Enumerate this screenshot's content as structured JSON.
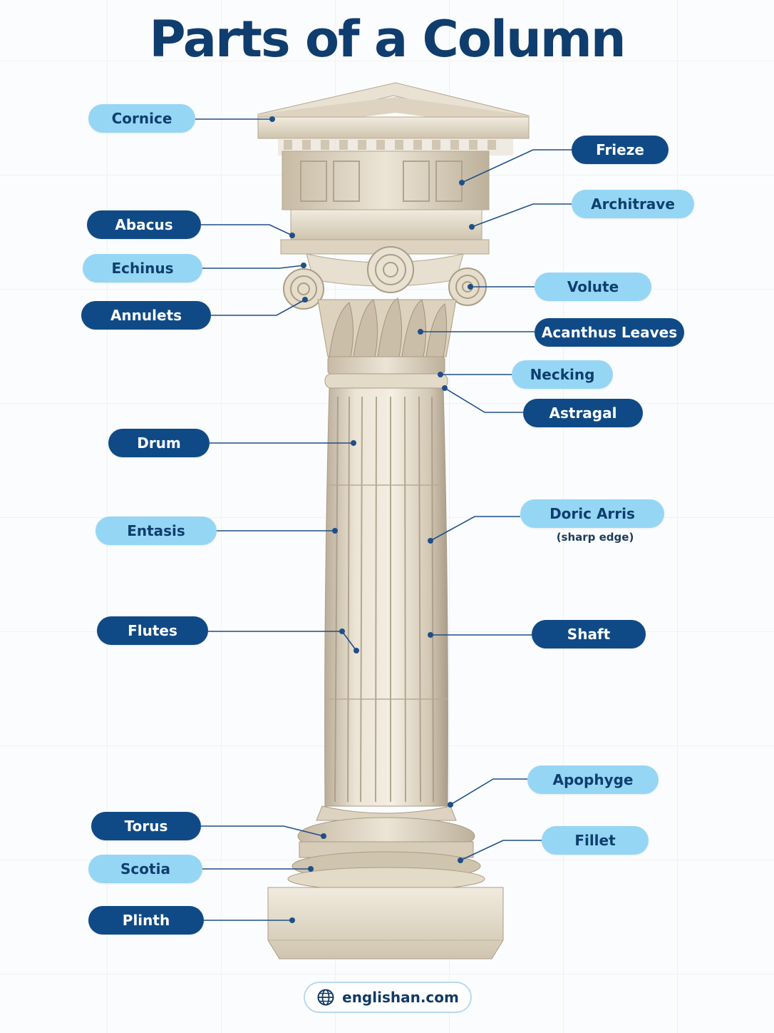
{
  "title": "Parts of a Column",
  "labels": {
    "cornice": "Cornice",
    "frieze": "Frieze",
    "architrave": "Architrave",
    "abacus": "Abacus",
    "echinus": "Echinus",
    "volute": "Volute",
    "annulets": "Annulets",
    "acanthus_leaves": "Acanthus Leaves",
    "necking": "Necking",
    "astragal": "Astragal",
    "drum": "Drum",
    "doric_arris": "Doric Arris",
    "doric_arris_note": "(sharp edge)",
    "entasis": "Entasis",
    "flutes": "Flutes",
    "shaft": "Shaft",
    "apophyge": "Apophyge",
    "torus": "Torus",
    "fillet": "Fillet",
    "scotia": "Scotia",
    "plinth": "Plinth"
  },
  "footer": {
    "site": "englishan.com",
    "icon": "globe-icon"
  },
  "colors": {
    "title": "#0f3d6e",
    "dark_label": "#0f4a86",
    "light_label": "#96d6f5",
    "leader_line": "#1f4f86",
    "stone": "#e2d8c6"
  }
}
